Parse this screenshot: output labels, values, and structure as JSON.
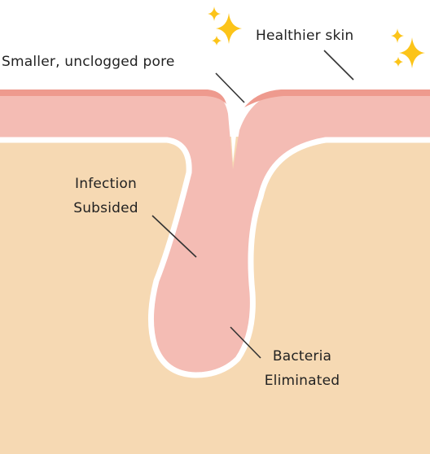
{
  "labels": {
    "pore": "Smaller, unclogged pore",
    "skin": "Healthier skin",
    "infection_line1": "Infection",
    "infection_line2": "Subsided",
    "bacteria_line1": "Bacteria",
    "bacteria_line2": "Eliminated"
  },
  "colors": {
    "dermis": "#F6D9B3",
    "epidermis": "#F4BCB4",
    "epidermis_top": "#EE9A8E",
    "follicle": "#F4BCB4",
    "outline": "#FFFFFF",
    "sparkle": "#FCC419",
    "leader": "#333333",
    "text": "#222222"
  },
  "icons": [
    "sparkle-icon",
    "sparkle-icon",
    "sparkle-icon",
    "sparkle-icon",
    "sparkle-icon",
    "sparkle-icon"
  ]
}
